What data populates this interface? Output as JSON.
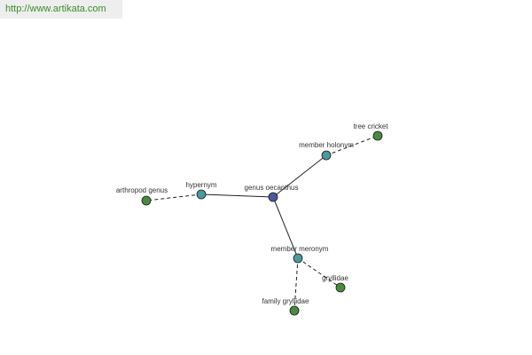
{
  "header": {
    "url": "http://www.artikata.com"
  },
  "colors": {
    "url_text": "#3d8a2e",
    "center_node": "#4a5a9a",
    "relation_node": "#4a9a9a",
    "leaf_node": "#4a8a3e",
    "edge": "#222222"
  },
  "graph": {
    "nodes": [
      {
        "id": "center",
        "label": "genus oecanthus",
        "kind": "center"
      },
      {
        "id": "hypernym",
        "label": "hypernym",
        "kind": "relation"
      },
      {
        "id": "member-holonym",
        "label": "member holonym",
        "kind": "relation"
      },
      {
        "id": "member-meronym",
        "label": "member meronym",
        "kind": "relation"
      },
      {
        "id": "arthropod-genus",
        "label": "arthropod genus",
        "kind": "leaf"
      },
      {
        "id": "tree-cricket",
        "label": "tree cricket",
        "kind": "leaf"
      },
      {
        "id": "gryllidae",
        "label": "gryllidae",
        "kind": "leaf"
      },
      {
        "id": "family-gryllidae",
        "label": "family gryllidae",
        "kind": "leaf"
      }
    ],
    "edges": [
      {
        "from": "center",
        "to": "hypernym",
        "style": "solid"
      },
      {
        "from": "center",
        "to": "member-holonym",
        "style": "solid"
      },
      {
        "from": "center",
        "to": "member-meronym",
        "style": "solid"
      },
      {
        "from": "hypernym",
        "to": "arthropod-genus",
        "style": "dashed"
      },
      {
        "from": "member-holonym",
        "to": "tree-cricket",
        "style": "dashed"
      },
      {
        "from": "member-meronym",
        "to": "gryllidae",
        "style": "dashed"
      },
      {
        "from": "member-meronym",
        "to": "family-gryllidae",
        "style": "dashed"
      }
    ]
  }
}
